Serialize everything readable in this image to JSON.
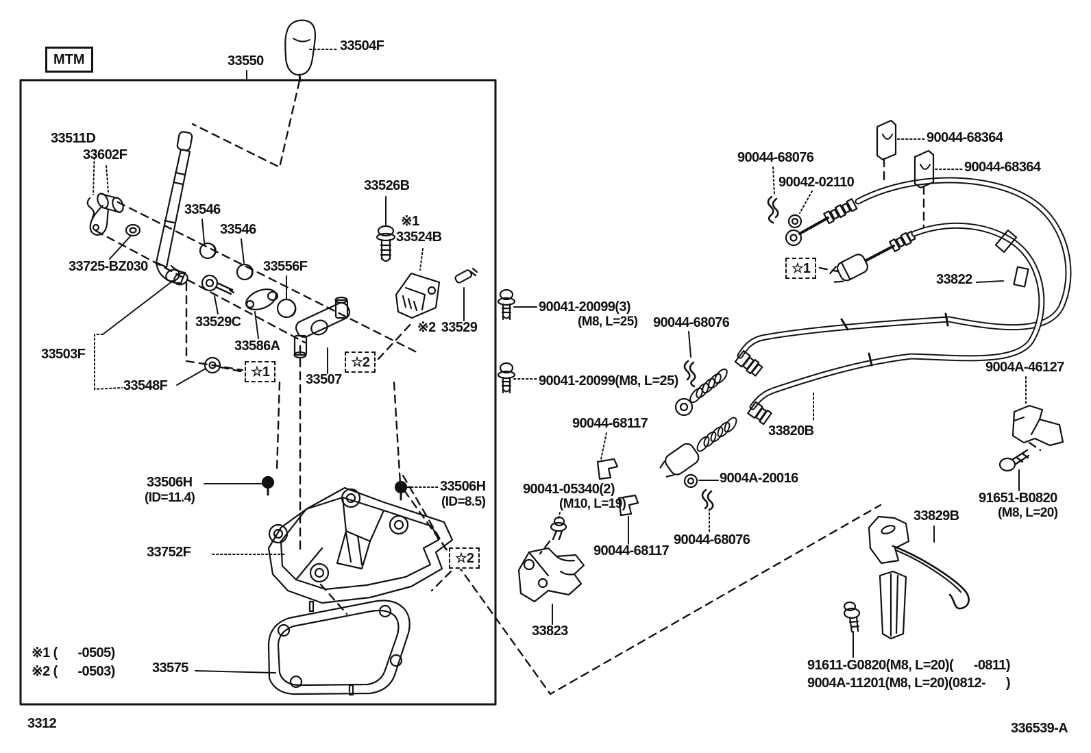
{
  "page": {
    "background": "#ffffff",
    "ink": "#111111"
  },
  "footer": {
    "figure_number": "3312",
    "sheet_code": "336539-A"
  },
  "tags": {
    "transmission": "MTM"
  },
  "symbols": {
    "star1": "☆1",
    "star2": "☆2"
  },
  "notes": {
    "n1": "※1 (      -0505)",
    "n2": "※2 (      -0503)"
  },
  "callouts": {
    "p33550": {
      "text": "33550"
    },
    "p33504F": {
      "text": "33504F"
    },
    "p33511D": {
      "text": "33511D"
    },
    "p33602F": {
      "text": "33602F"
    },
    "p33725": {
      "text": "33725-BZ030"
    },
    "p33546a": {
      "text": "33546"
    },
    "p33546b": {
      "text": "33546"
    },
    "p33526B": {
      "text": "33526B"
    },
    "p33524B": {
      "prefix": "※1",
      "text": "33524B"
    },
    "p33556F": {
      "text": "33556F"
    },
    "p33529C": {
      "text": "33529C"
    },
    "p33586A": {
      "text": "33586A"
    },
    "p33529": {
      "prefix": "※2",
      "text": "33529"
    },
    "p33503F": {
      "text": "33503F"
    },
    "p33548F": {
      "text": "33548F"
    },
    "p33507": {
      "text": "33507"
    },
    "p33506Ha": {
      "text": "33506H",
      "sub": "(ID=11.4)"
    },
    "p33506Hb": {
      "text": "33506H",
      "sub": "(ID=8.5)"
    },
    "p33752F": {
      "text": "33752F"
    },
    "p33575": {
      "text": "33575"
    },
    "p20099a": {
      "text": "90041-20099(3)",
      "sub": "(M8, L=25)"
    },
    "p20099b": {
      "text": "90041-20099(M8, L=25)"
    },
    "p68076top": {
      "text": "90044-68076"
    },
    "p68076mid": {
      "text": "90044-68076"
    },
    "p68076bot": {
      "text": "90044-68076"
    },
    "p02110": {
      "text": "90042-02110"
    },
    "p68364a": {
      "text": "90044-68364"
    },
    "p68364b": {
      "text": "90044-68364"
    },
    "p33822": {
      "text": "33822"
    },
    "p33820B": {
      "text": "33820B"
    },
    "p68117a": {
      "text": "90044-68117"
    },
    "p68117b": {
      "text": "90044-68117"
    },
    "p20016": {
      "text": "9004A-20016"
    },
    "p05340": {
      "text": "90041-05340(2)",
      "sub": "(M10, L=19)"
    },
    "p33823": {
      "text": "33823"
    },
    "p46127": {
      "text": "9004A-46127"
    },
    "pB0820": {
      "text": "91651-B0820",
      "sub": "(M8, L=20)"
    },
    "p33829B": {
      "text": "33829B"
    },
    "p91611": {
      "text": "91611-G0820(M8, L=20)(      -0811)"
    },
    "p11201": {
      "text": "9004A-11201(M8, L=20)(0812-      )"
    }
  }
}
